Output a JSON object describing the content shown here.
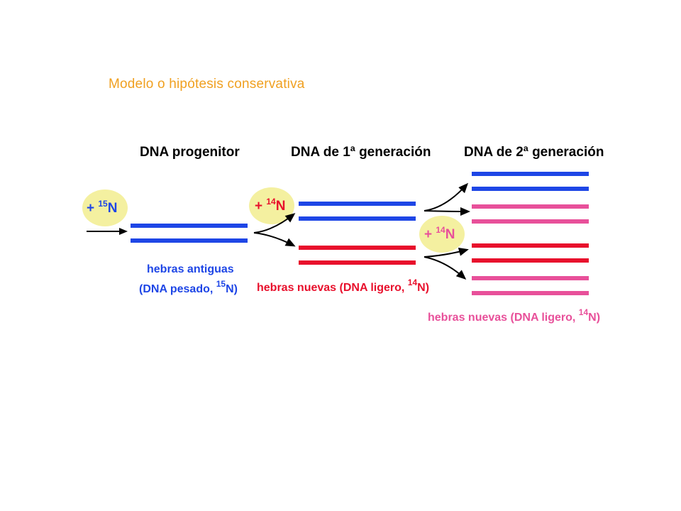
{
  "title": "Modelo o hipótesis conservativa",
  "headers": {
    "parent": "DNA progenitor",
    "gen1": "DNA de 1ª generación",
    "gen2": "DNA de 2ª generación"
  },
  "isotopes": {
    "n15": {
      "prefix": "+ ",
      "mass": "15",
      "element": "N"
    },
    "n14_gen1": {
      "prefix": "+ ",
      "mass": "14",
      "element": "N"
    },
    "n14_gen2": {
      "prefix": "+ ",
      "mass": "14",
      "element": "N"
    }
  },
  "labels": {
    "old_strands_line1": "hebras antiguas",
    "old_strands_line2_prefix": "(DNA pesado, ",
    "old_strands_mass": "15",
    "old_strands_suffix": "N)",
    "new_strands_gen1_prefix": "hebras nuevas (DNA ligero, ",
    "new_strands_gen1_mass": "14",
    "new_strands_gen1_suffix": "N)",
    "new_strands_gen2_prefix": "hebras nuevas (DNA ligero, ",
    "new_strands_gen2_mass": "14",
    "new_strands_gen2_suffix": "N)"
  },
  "colors": {
    "title": "#f0a020",
    "heavy_strand": "#1e46e6",
    "gen1_new_strand": "#e8102c",
    "gen2_new_strand": "#e8509a",
    "isotope_bubble": "#f4f0a0",
    "n15_text": "#1e46e6",
    "n14_gen1_text": "#e8102c",
    "n14_gen2_text": "#e8509a"
  }
}
